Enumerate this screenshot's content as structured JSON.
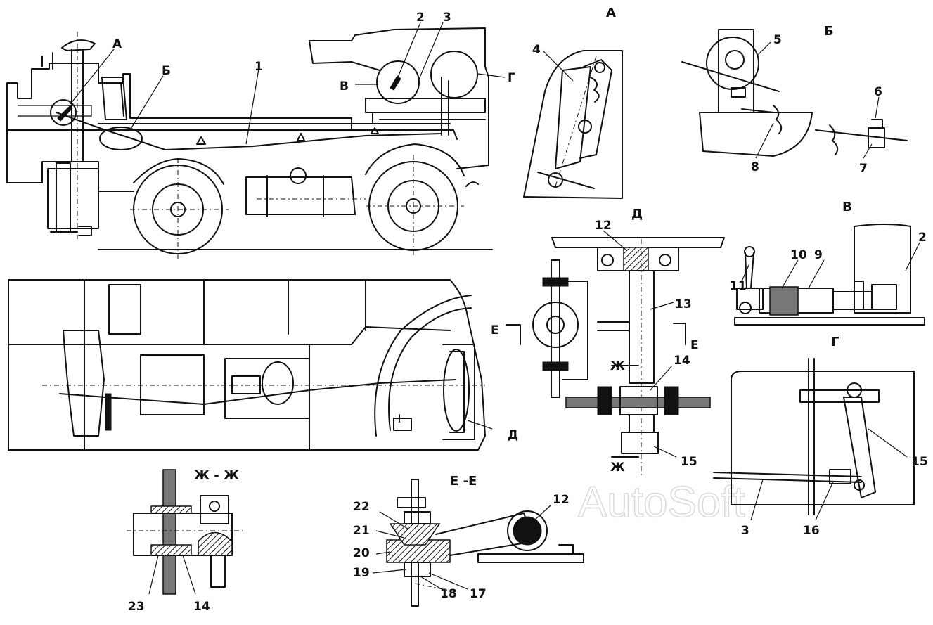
{
  "views": {
    "a": "А",
    "b": "Б",
    "v": "В",
    "g": "Г",
    "d": "Д",
    "zh_zh": "Ж - Ж",
    "e_e": "Е -Е"
  },
  "markers": {
    "zh": "Ж",
    "e": "Е"
  },
  "parts": {
    "p1": "1",
    "p2": "2",
    "p3": "3",
    "p4": "4",
    "p5": "5",
    "p6": "6",
    "p7": "7",
    "p8": "8",
    "p9": "9",
    "p10": "10",
    "p11": "11",
    "p12": "12",
    "p13": "13",
    "p14": "14",
    "p15": "15",
    "p16": "16",
    "p17": "17",
    "p18": "18",
    "p19": "19",
    "p20": "20",
    "p21": "21",
    "p22": "22",
    "p23": "23"
  },
  "watermark": "AutoSoft"
}
